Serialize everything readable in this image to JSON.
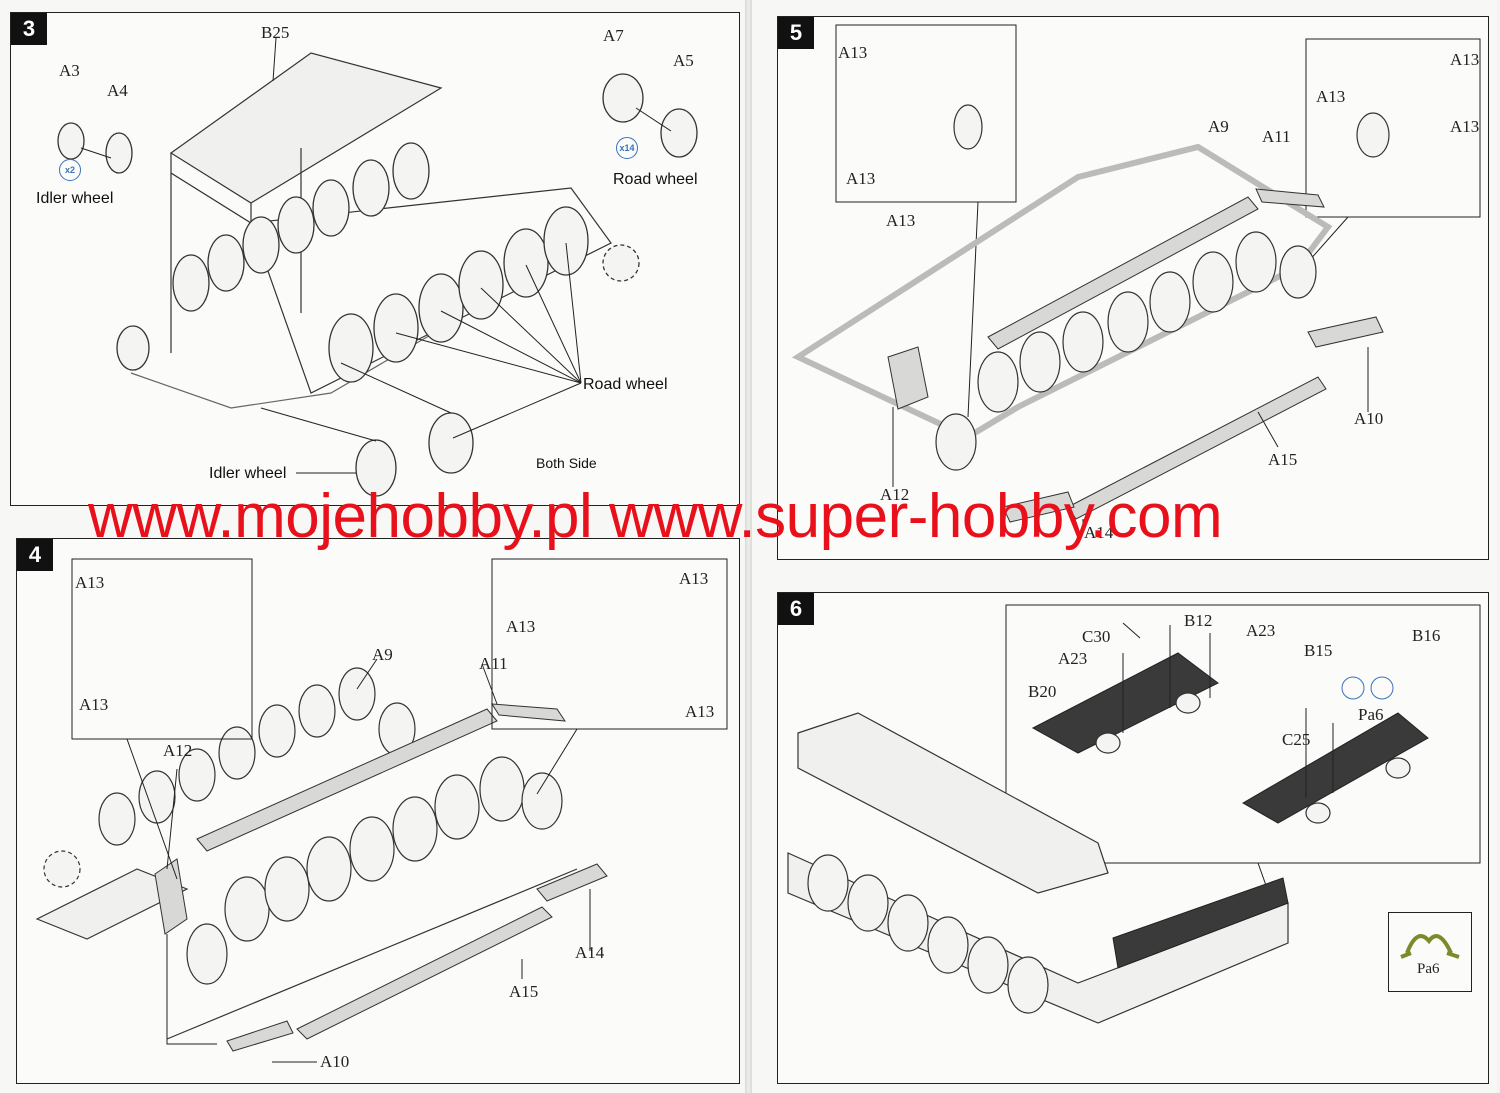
{
  "steps": {
    "s3": {
      "number": "3",
      "labels": {
        "a3": "A3",
        "a4": "A4",
        "b25": "B25",
        "a7": "A7",
        "a5": "A5"
      },
      "badge_x2": "x2",
      "badge_x14": "x14",
      "idler_caption": "Idler wheel",
      "road_caption": "Road wheel",
      "road_wheel_label": "Road wheel",
      "idler_wheel_label": "Idler wheel",
      "both_side": "Both Side"
    },
    "s4": {
      "number": "4",
      "labels": {
        "a13_1": "A13",
        "a13_2": "A13",
        "a13_3": "A13",
        "a13_4": "A13",
        "a13_5": "A13",
        "a9": "A9",
        "a11": "A11",
        "a12": "A12",
        "a14": "A14",
        "a15": "A15",
        "a10": "A10"
      }
    },
    "s5": {
      "number": "5",
      "labels": {
        "a13_1": "A13",
        "a13_2": "A13",
        "a13_3": "A13",
        "a13_4": "A13",
        "a13_5": "A13",
        "a13_6": "A13",
        "a9": "A9",
        "a11": "A11",
        "a12": "A12",
        "a10": "A10",
        "a15": "A15",
        "a14": "A14"
      }
    },
    "s6": {
      "number": "6",
      "labels": {
        "c30": "C30",
        "b12": "B12",
        "a23_1": "A23",
        "a23_2": "A23",
        "b20": "B20",
        "b15": "B15",
        "b16": "B16",
        "pa6": "Pa6",
        "c25": "C25",
        "pa6_icon": "Pa6"
      }
    }
  },
  "watermark": "www.mojehobby.pl www.super-hobby.com",
  "colors": {
    "watermark": "#e8101a",
    "badge": "#3a72b8",
    "ink": "#222222"
  }
}
